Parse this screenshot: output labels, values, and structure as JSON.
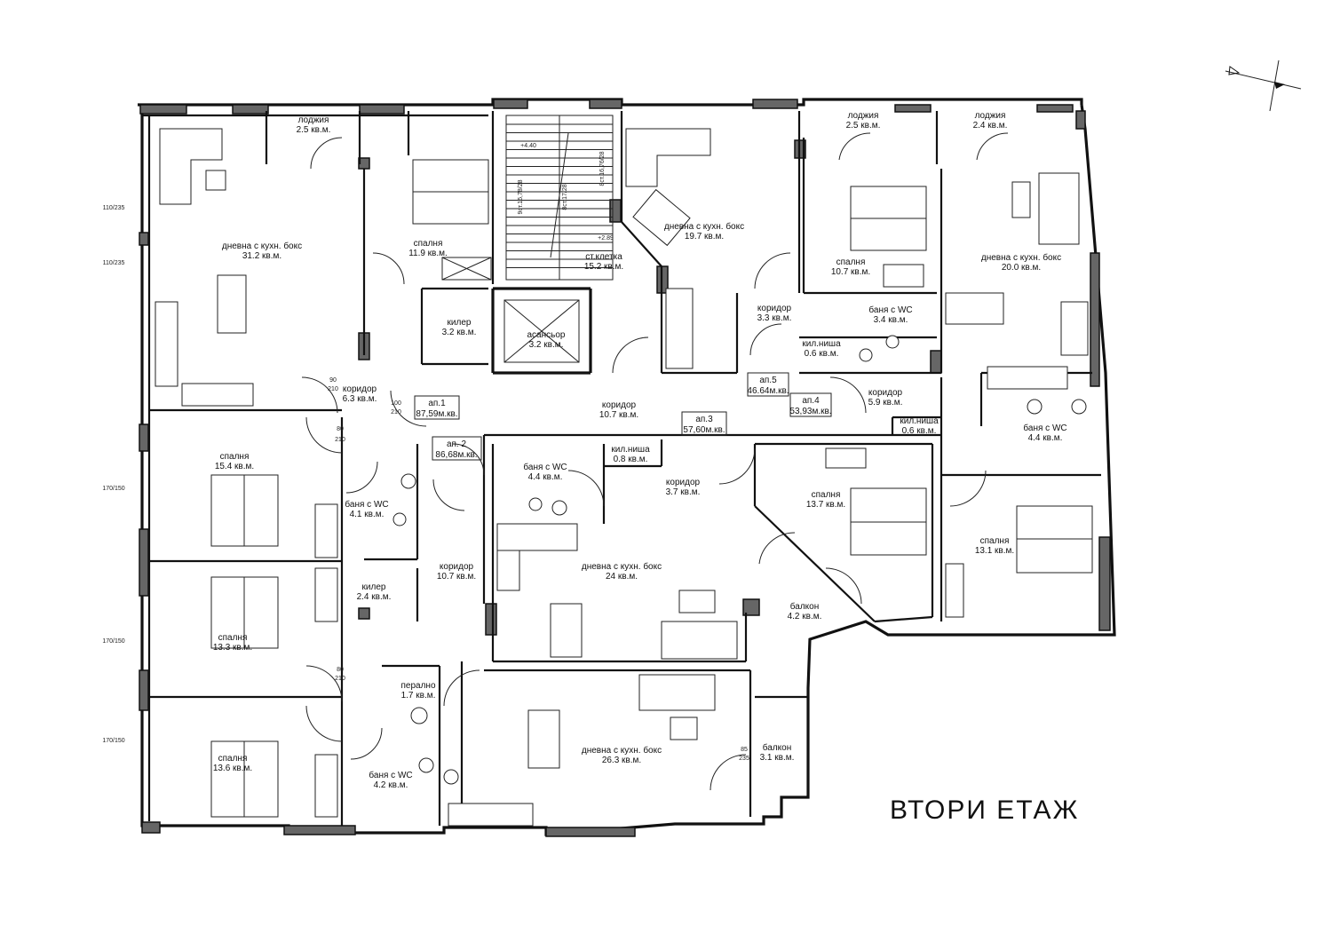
{
  "title": "ВТОРИ   ЕТАЖ",
  "rooms": [
    {
      "id": "r1",
      "name": "лоджия",
      "area": "2.5 кв.м."
    },
    {
      "id": "r2",
      "name": "дневна с кухн. бокс",
      "area": "31.2 кв.м."
    },
    {
      "id": "r3",
      "name": "спалня",
      "area": "11.9 кв.м."
    },
    {
      "id": "r4",
      "name": "килер",
      "area": "3.2 кв.м."
    },
    {
      "id": "r5",
      "name": "асансьор",
      "area": "3.2 кв.м."
    },
    {
      "id": "r6",
      "name": "ст.клетка",
      "area": "15.2 кв.м."
    },
    {
      "id": "r7",
      "name": "дневна с кухн. бокс",
      "area": "19.7 кв.м."
    },
    {
      "id": "r8",
      "name": "лоджия",
      "area": "2.5 кв.м."
    },
    {
      "id": "r9",
      "name": "спалня",
      "area": "10.7 кв.м."
    },
    {
      "id": "r10",
      "name": "коридор",
      "area": "3.3 кв.м."
    },
    {
      "id": "r11",
      "name": "баня с WC",
      "area": "3.4 кв.м."
    },
    {
      "id": "r12",
      "name": "кил.ниша",
      "area": "0.6 кв.м."
    },
    {
      "id": "r13",
      "name": "лоджия",
      "area": "2.4 кв.м."
    },
    {
      "id": "r14",
      "name": "дневна с кухн. бокс",
      "area": "20.0 кв.м."
    },
    {
      "id": "r15",
      "name": "коридор",
      "area": "6.3 кв.м."
    },
    {
      "id": "r16",
      "name": "коридор",
      "area": "10.7 кв.м."
    },
    {
      "id": "r17",
      "name": "коридор",
      "area": "5.9 кв.м."
    },
    {
      "id": "r18",
      "name": "спалня",
      "area": "15.4 кв.м."
    },
    {
      "id": "r19",
      "name": "баня с WC",
      "area": "4.1 кв.м."
    },
    {
      "id": "r20",
      "name": "кил.ниша",
      "area": "0.8 кв.м."
    },
    {
      "id": "r21",
      "name": "баня с WC",
      "area": "4.4 кв.м."
    },
    {
      "id": "r22",
      "name": "коридор",
      "area": "3.7 кв.м."
    },
    {
      "id": "r23",
      "name": "спалня",
      "area": "13.7 кв.м."
    },
    {
      "id": "r24",
      "name": "кил.ниша",
      "area": "0.6 кв.м."
    },
    {
      "id": "r25",
      "name": "баня с WC",
      "area": "4.4 кв.м."
    },
    {
      "id": "r26",
      "name": "спалня",
      "area": "13.1 кв.м."
    },
    {
      "id": "r27",
      "name": "коридор",
      "area": "10.7 кв.м."
    },
    {
      "id": "r28",
      "name": "дневна с кухн. бокс",
      "area": "24 кв.м."
    },
    {
      "id": "r29",
      "name": "балкон",
      "area": "4.2 кв.м."
    },
    {
      "id": "r30",
      "name": "спалня",
      "area": "13.3 кв.м."
    },
    {
      "id": "r31",
      "name": "килер",
      "area": "2.4 кв.м."
    },
    {
      "id": "r32",
      "name": "перално",
      "area": "1.7 кв.м."
    },
    {
      "id": "r33",
      "name": "спалня",
      "area": "13.6 кв.м."
    },
    {
      "id": "r34",
      "name": "баня с WC",
      "area": "4.2 кв.м."
    },
    {
      "id": "r35",
      "name": "дневна с кухн. бокс",
      "area": "26.3 кв.м."
    },
    {
      "id": "r36",
      "name": "балкон",
      "area": "3.1 кв.м."
    }
  ],
  "apartments": [
    {
      "id": "a1",
      "name": "ап.1",
      "area": "87,59м.кв."
    },
    {
      "id": "a2",
      "name": "ап. 2",
      "area": "86,68м.кв."
    },
    {
      "id": "a3",
      "name": "ап.3",
      "area": "57,60м.кв."
    },
    {
      "id": "a4",
      "name": "ап.4",
      "area": "53,93м.кв."
    },
    {
      "id": "a5",
      "name": "ап.5",
      "area": "46.64м.кв."
    }
  ],
  "stairs": {
    "left": "9ст.16,78/28",
    "mid": "8ст.17/28",
    "right": "8ст.16,76/28",
    "level_top": "+4.40",
    "level_bottom": "+2.89"
  },
  "dims": [
    "110/235",
    "110/235",
    "170/150",
    "170/150",
    "170/150",
    "80",
    "210",
    "90",
    "210",
    "100",
    "210",
    "80",
    "210",
    "85",
    "235"
  ]
}
